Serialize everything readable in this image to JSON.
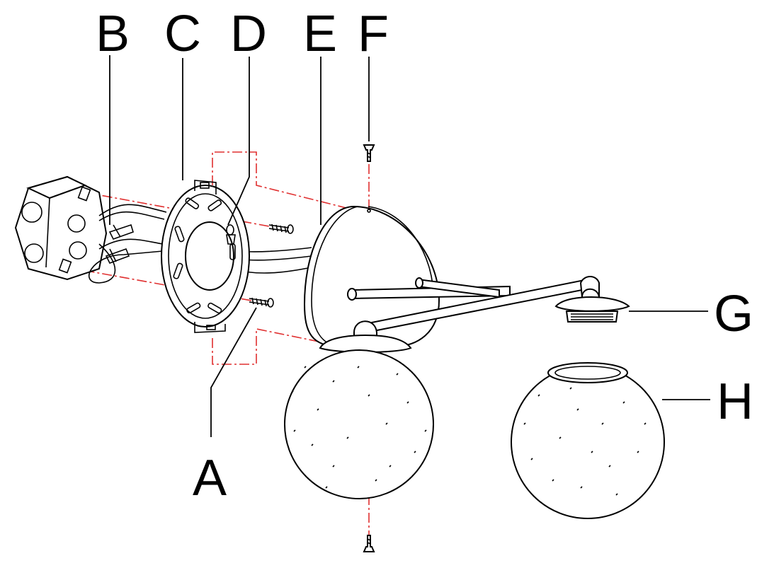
{
  "diagram": {
    "labels": {
      "a": "A",
      "b": "B",
      "c": "C",
      "d": "D",
      "e": "E",
      "f": "F",
      "g": "G",
      "h": "H"
    },
    "colors": {
      "line": "#000000",
      "alignment_dash": "#e03030",
      "background": "#ffffff"
    }
  }
}
